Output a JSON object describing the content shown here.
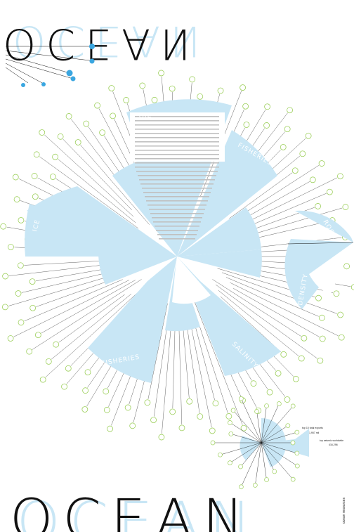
{
  "poster": {
    "title_top": "OCEAN",
    "title_bottom": "OCEAN",
    "vertical_credit": "ocean resources",
    "colors": {
      "accent_blue": "#c8e6f5",
      "dot_blue": "#3aa6e0",
      "ring_green": "#9ccf5a",
      "ink": "#111111"
    }
  },
  "main_sections": [
    {
      "label": "OIL"
    },
    {
      "label": "FISHERIES"
    },
    {
      "label": "ICE"
    },
    {
      "label": "FISHERIES"
    },
    {
      "label": "SALINITY"
    }
  ],
  "small_sections": [
    {
      "label": "DENSITY"
    },
    {
      "label": "ROCK"
    }
  ],
  "legend": {
    "top_right_label": "top 10 total exports",
    "top_right_value": "1,957 mil",
    "bottom_right_label": "top seismic worldwide",
    "bottom_right_value": "416,296"
  }
}
